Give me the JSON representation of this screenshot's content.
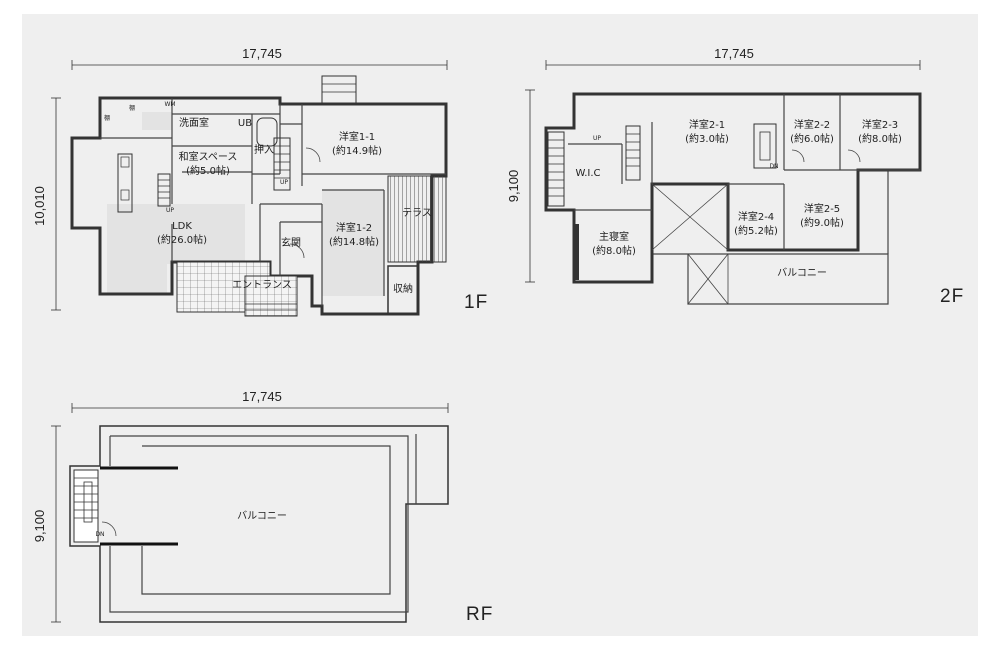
{
  "floors": {
    "f1": {
      "label": "1F",
      "width_dim": "17,745",
      "depth_dim": "10,010",
      "rooms": {
        "ldk": "LDK",
        "ldk_area": "(約26.0帖)",
        "washroom": "洗面室",
        "ub": "UB",
        "washitsu": "和室スペース",
        "washitsu_area": "(約5.0帖)",
        "oshiire": "押入",
        "youshitsu_1_1": "洋室1-1",
        "youshitsu_1_1_area": "(約14.9帖)",
        "youshitsu_1_2": "洋室1-2",
        "youshitsu_1_2_area": "(約14.8帖)",
        "terrace": "テラス",
        "genkan": "玄関",
        "entrance": "エントランス",
        "storage": "収納"
      },
      "marks": {
        "shelf": "棚",
        "shelf2": "棚",
        "wm": "WM",
        "up1": "UP",
        "up2": "UP"
      }
    },
    "f2": {
      "label": "2F",
      "width_dim": "17,745",
      "depth_dim": "9,100",
      "rooms": {
        "yo_2_1": "洋室2-1",
        "yo_2_1_area": "(約3.0帖)",
        "yo_2_2": "洋室2-2",
        "yo_2_2_area": "(約6.0帖)",
        "yo_2_3": "洋室2-3",
        "yo_2_3_area": "(約8.0帖)",
        "yo_2_4": "洋室2-4",
        "yo_2_4_area": "(約5.2帖)",
        "yo_2_5": "洋室2-5",
        "yo_2_5_area": "(約9.0帖)",
        "wic": "W.I.C",
        "master": "主寝室",
        "master_area": "(約8.0帖)",
        "balcony": "バルコニー"
      },
      "marks": {
        "up": "UP",
        "dn": "DN"
      }
    },
    "rf": {
      "label": "RF",
      "width_dim": "17,745",
      "depth_dim": "9,100",
      "rooms": {
        "balcony": "バルコニー"
      },
      "marks": {
        "dn": "DN"
      }
    }
  }
}
